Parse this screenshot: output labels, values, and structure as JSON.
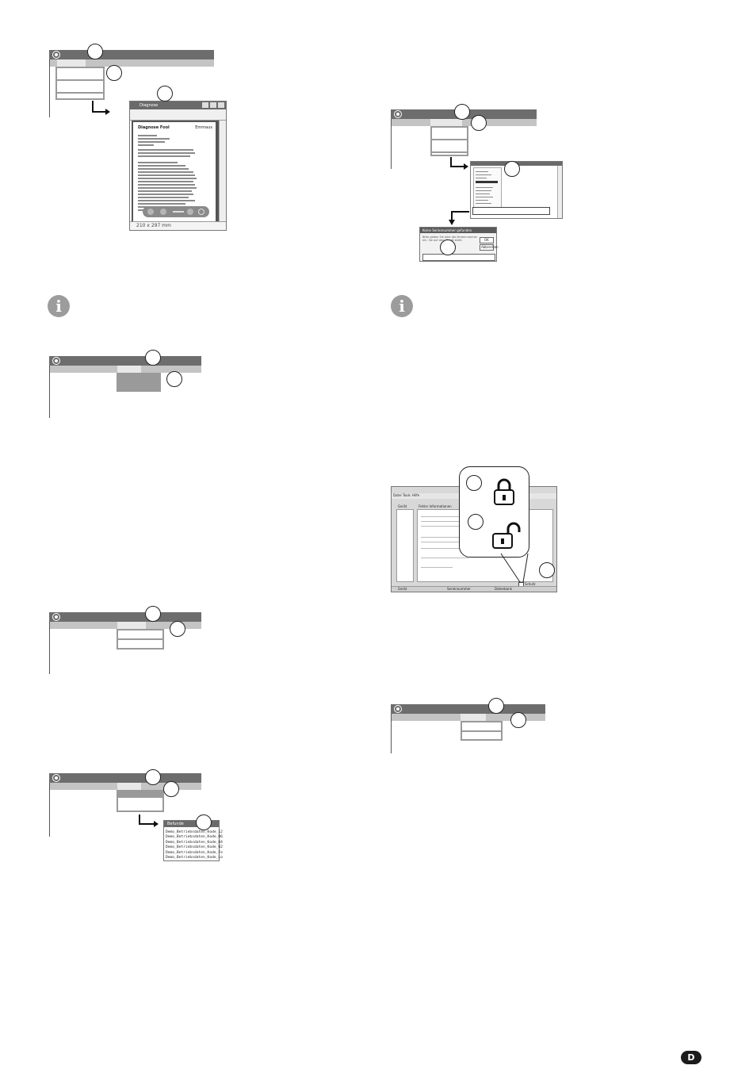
{
  "page_badge": "D",
  "figure1": {
    "preview_window": {
      "title": "Diagnose",
      "doc_title": "Diagnose Fool",
      "brand": "Emmaus",
      "status_size": "210 x 297 mm"
    }
  },
  "figure4": {
    "results_title": "Befunde",
    "results_rows": [
      "Demo_Betriebsdaten_Kode_12",
      "Demo_Betriebsdaten_Kode_06",
      "Demo_Betriebsdaten_Kode_04",
      "Demo_Betriebsdaten_Kode_02",
      "Demo_Betriebsdaten_Kode_Fe",
      "Demo_Betriebsdaten_Kode_Lo"
    ]
  },
  "figure5": {
    "dialog_title": "Keine Seriennummer gefunden",
    "dialog_text": "Bitte geben Sie jetzt die Seriennummer ein. Sie auf dem Gerät steht.",
    "ok_label": "OK",
    "cancel_label": "Abbrechen"
  },
  "figure6": {
    "menu": [
      "Datei",
      "Tools",
      "Hilfe"
    ],
    "left_header": "Gerät",
    "right_header": "Fehler Informationen",
    "checkbox_label": "Schutz",
    "footer": [
      "Gerät",
      "Seriennummer",
      "Datenbank"
    ]
  },
  "colors": {
    "menubar": "#6d6d6d",
    "submenu": "#c4c4c4",
    "info_icon": "#9c9c9c"
  }
}
